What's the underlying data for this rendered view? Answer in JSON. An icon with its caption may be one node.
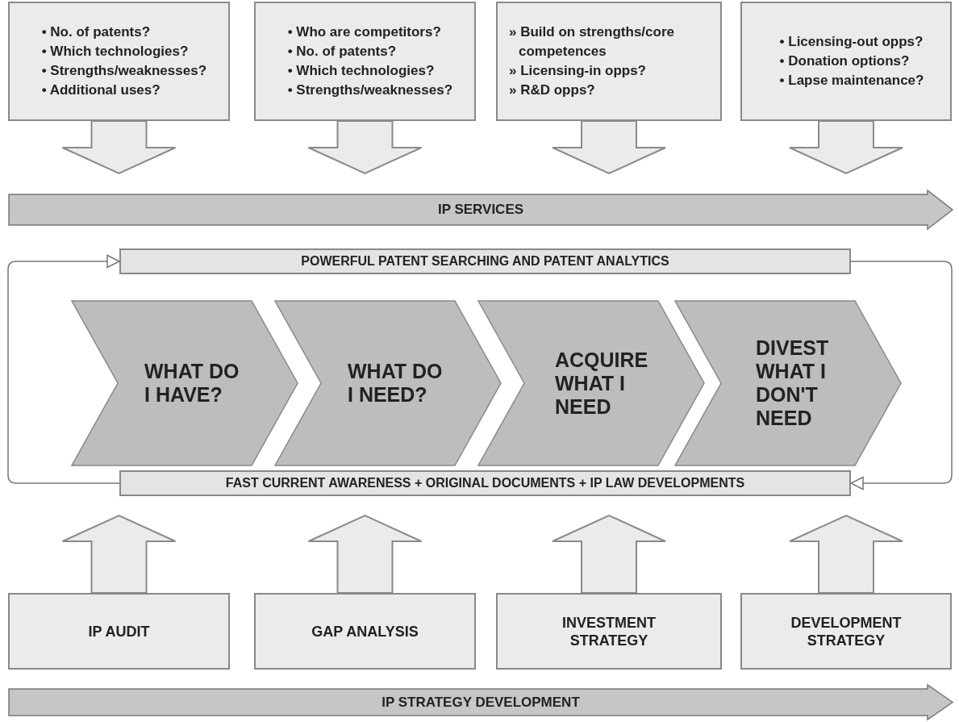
{
  "diagram": {
    "nodes": [
      {
        "text": [
          "• No. of patents?",
          "• Which technologies?",
          "• Strengths/weaknesses?",
          "• Additional uses?"
        ]
      },
      {
        "text": [
          "• Who are competitors?",
          "• No. of patents?",
          "• Which technologies?",
          "• Strengths/weaknesses?"
        ]
      },
      {
        "text": [
          "» Build on strengths/core competences",
          "» Licensing-in opps?",
          "» R&D opps?"
        ]
      },
      {
        "text": [
          "• Licensing-out opps?",
          "• Donation options?",
          "• Lapse maintenance?"
        ]
      },
      {
        "text": [
          "IP SERVICES"
        ]
      },
      {
        "text": [
          "POWERFUL PATENT SEARCHING AND PATENT ANALYTICS"
        ]
      },
      {
        "text": [
          "WHAT DO I HAVE?"
        ]
      },
      {
        "text": [
          "WHAT DO I NEED?"
        ]
      },
      {
        "text": [
          "ACQUIRE WHAT I NEED"
        ]
      },
      {
        "text": [
          "DIVEST WHAT I DON'T NEED"
        ]
      },
      {
        "text": [
          "FAST CURRENT AWARENESS + ORIGINAL DOCUMENTS + IP LAW DEVELOPMENTS"
        ]
      },
      {
        "text": [
          "IP AUDIT"
        ]
      },
      {
        "text": [
          "GAP ANALYSIS"
        ]
      },
      {
        "text": [
          "INVESTMENT STRATEGY"
        ]
      },
      {
        "text": [
          "DEVELOPMENT STRATEGY"
        ]
      },
      {
        "text": [
          "IP STRATEGY DEVELOPMENT"
        ]
      }
    ],
    "edges": [
      {
        "from": 0,
        "to": 4,
        "arrow": "to"
      },
      {
        "from": 1,
        "to": 4,
        "arrow": "to"
      },
      {
        "from": 2,
        "to": 4,
        "arrow": "to"
      },
      {
        "from": 3,
        "to": 4,
        "arrow": "to"
      },
      {
        "from": 5,
        "to": 10,
        "arrow": "to"
      },
      {
        "from": 10,
        "to": 5,
        "arrow": "to"
      },
      {
        "from": 11,
        "to": 10,
        "arrow": "to"
      },
      {
        "from": 12,
        "to": 10,
        "arrow": "to"
      },
      {
        "from": 13,
        "to": 10,
        "arrow": "to"
      },
      {
        "from": 14,
        "to": 10,
        "arrow": "to"
      }
    ]
  }
}
